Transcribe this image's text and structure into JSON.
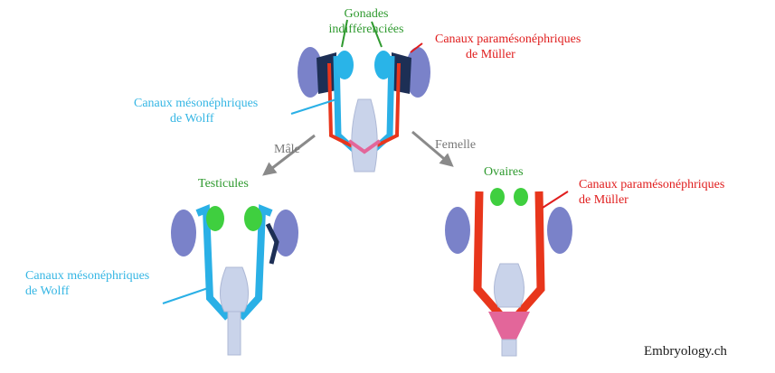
{
  "labels": {
    "gonads_line1": "Gonades",
    "gonads_line2": "indifférenciées",
    "muller_top_line1": "Canaux paramésonéphriques",
    "muller_top_line2": "de Müller",
    "wolff_top_line1": "Canaux mésonéphriques",
    "wolff_top_line2": "de Wolff",
    "male": "Mâle",
    "female": "Femelle",
    "testes": "Testicules",
    "ovaries": "Ovaires",
    "muller_right_line1": "Canaux paramésonéphriques",
    "muller_right_line2": "de Müller",
    "wolff_bottom_line1": "Canaux mésonéphriques",
    "wolff_bottom_line2": "de Wolff",
    "credit": "Embryology.ch"
  },
  "colors": {
    "gonad": "#3fcf3f",
    "muller": "#e8361c",
    "wolff": "#2ab0e6",
    "kidney": "#7a82c9",
    "urogenital": "#e3669a",
    "bladder": "#c9d3ea",
    "arrow": "#8a8a8a"
  },
  "icons": [
    "arrow-down-left-icon",
    "arrow-down-right-icon"
  ]
}
